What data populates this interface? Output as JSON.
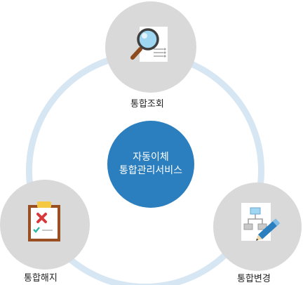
{
  "center": {
    "line1": "자동이체",
    "line2": "통합관리서비스"
  },
  "nodes": {
    "top": {
      "label": "통합조회",
      "icon": "search-document-icon"
    },
    "left": {
      "label": "통합해지",
      "icon": "clipboard-cancel-icon"
    },
    "right": {
      "label": "통합변경",
      "icon": "edit-document-icon"
    }
  },
  "colors": {
    "ring": "#d6e6f3",
    "node": "#d9d9d9",
    "center": "#2b7fbf"
  }
}
